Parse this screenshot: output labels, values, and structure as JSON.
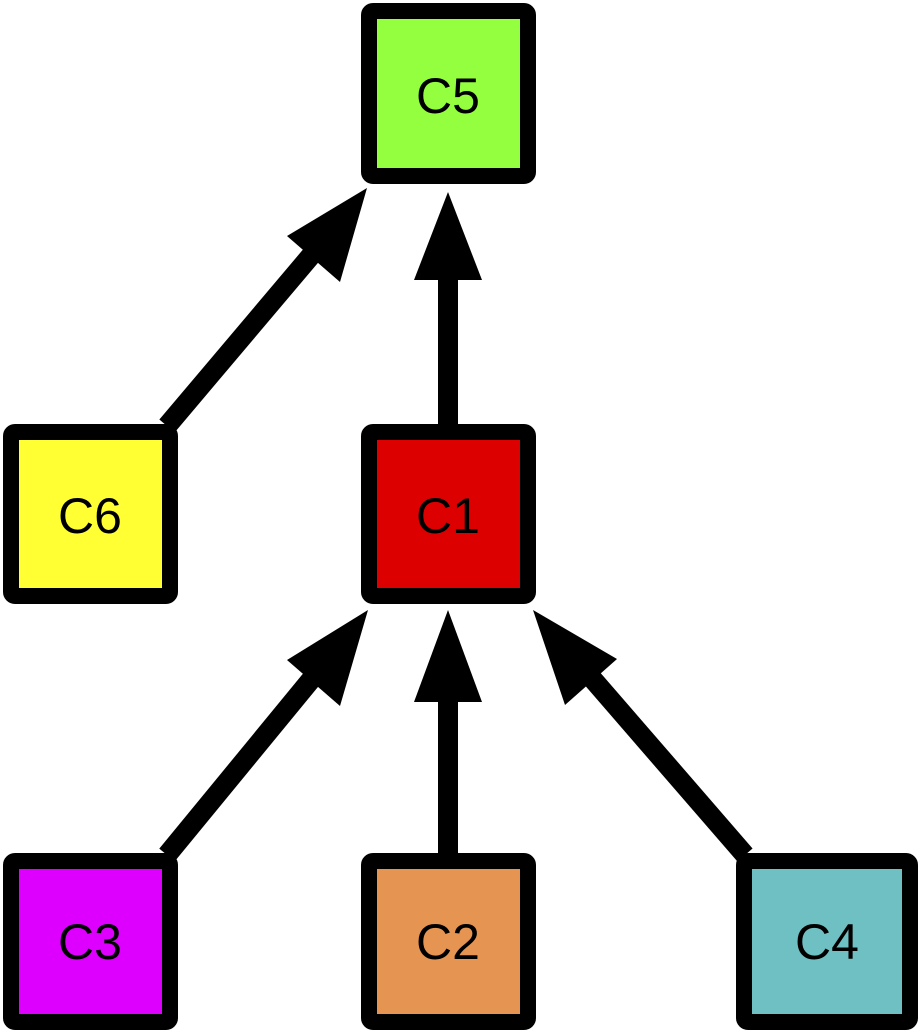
{
  "nodes": {
    "c5": {
      "label": "C5",
      "color": "#94ff3f"
    },
    "c6": {
      "label": "C6",
      "color": "#ffff33"
    },
    "c1": {
      "label": "C1",
      "color": "#dc0000"
    },
    "c3": {
      "label": "C3",
      "color": "#dd00ff"
    },
    "c2": {
      "label": "C2",
      "color": "#e69452"
    },
    "c4": {
      "label": "C4",
      "color": "#6fc0c2"
    }
  },
  "edges": [
    {
      "from": "c6",
      "to": "c5"
    },
    {
      "from": "c1",
      "to": "c5"
    },
    {
      "from": "c3",
      "to": "c1"
    },
    {
      "from": "c2",
      "to": "c1"
    },
    {
      "from": "c4",
      "to": "c1"
    }
  ]
}
